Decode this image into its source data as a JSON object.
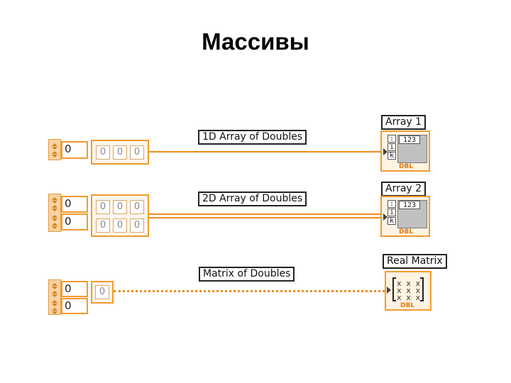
{
  "title": "Массивы",
  "colors": {
    "wire": "#f08c1e",
    "block_border": "#f29a2e"
  },
  "rows": [
    {
      "id": "row-1d",
      "index_values": [
        "0"
      ],
      "cells": [
        [
          "0",
          "0",
          "0"
        ]
      ],
      "wire_label": "1D Array of Doubles",
      "wire_style": "solid",
      "terminal_label": "Array 1",
      "terminal_type": "DBL",
      "terminal_num_tag": "123",
      "terminal_index_tags": [
        ":",
        "i",
        "k"
      ]
    },
    {
      "id": "row-2d",
      "index_values": [
        "0",
        "0"
      ],
      "cells": [
        [
          "0",
          "0",
          "0"
        ],
        [
          "0",
          "0",
          "0"
        ]
      ],
      "wire_label": "2D Array of Doubles",
      "wire_style": "solid",
      "terminal_label": "Array 2",
      "terminal_type": "DBL",
      "terminal_num_tag": "123",
      "terminal_index_tags": [
        ":",
        "i",
        "k"
      ]
    },
    {
      "id": "row-matrix",
      "index_values": [
        "0",
        "0"
      ],
      "cells": [
        [
          "0"
        ]
      ],
      "wire_label": "Matrix of Doubles",
      "wire_style": "dotted",
      "terminal_label": "Real Matrix",
      "terminal_type": "DBL",
      "terminal_matrix_glyph": "x x x"
    }
  ]
}
